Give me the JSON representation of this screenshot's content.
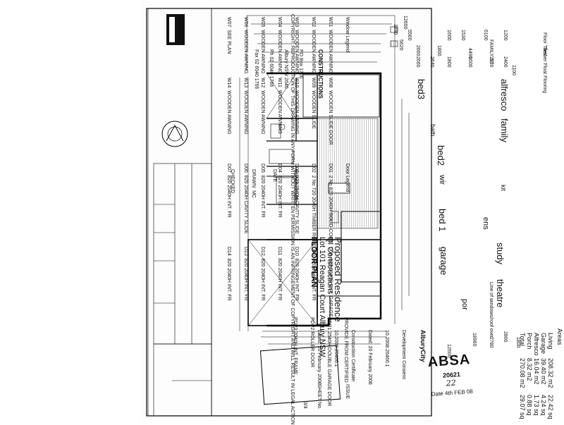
{
  "plan": {
    "top_dims": [
      "12600",
      "1890",
      "5560",
      "5620",
      "1600",
      "1530",
      "2660",
      "1800",
      "6100",
      "1200",
      "FAMILY ST",
      "2660",
      "2640",
      "1800",
      "1600",
      "2520",
      "2400",
      "4490",
      "1100"
    ],
    "bottom_dims": [
      "12600",
      "18960",
      "2780",
      "2800",
      "1800"
    ],
    "rooms": {
      "alfresco": "alfresco",
      "family": "family",
      "bed3": "bed3",
      "bed2": "bed2",
      "kit": "kit",
      "wir": "wir",
      "bed1": "bed 1",
      "ens": "ens",
      "study": "study",
      "garage": "garage",
      "theatre": "theatre",
      "por": "por",
      "bath": "bath"
    },
    "theatre_note": "Line of windows/roof over"
  },
  "legend": {
    "floor_tiles": "Floor Tiles",
    "timber_floor": "Timber Float Flooring"
  },
  "window_legend": {
    "title": "Window Legend",
    "items": [
      "W01  WOODEN AWNING",
      "W02  WOODEN AWNING",
      "W03  WOODEN AWNING",
      "W04  WOODEN AWNING",
      "W05  WOODEN AWNING",
      "W06  WOODEN AWNING",
      "W07  SEE PLAN"
    ],
    "items_b": [
      "W08  WOODEN SLIDE DOOR",
      "W09  WOODEN SLIDE",
      "W10  WOODEN AWNING",
      "W11  WOODEN AWNING",
      "W12  WOODEN AWNING",
      "W13  WOODEN AWNING",
      "W14  WOODEN AWNING"
    ]
  },
  "door_legend": {
    "title": "Door Legend",
    "items": [
      "D01  2 No 820 2040H SOLID CORE",
      "D02  2 No 720 2040H TIMBER ROBE",
      "D03  820 2040H CAVITY SLIDE",
      "D04  820 2040H INT. FR",
      "D05  820 2040H INT. FR",
      "D06  820 2040H CAVITY SLIDE",
      "D07  820 2040H INT. FR"
    ],
    "items_b": [
      "D08  820 2040H EXT. GARAGE",
      "D09  820 2040H INT. FR",
      "D10  820 2040H INT. FR",
      "D11  820 2040H INT. FR",
      "D12  820 2040H INT. FR",
      "D13  820 2040H INT. FR",
      "D14  820 2040H INT. FR"
    ]
  },
  "title_block": {
    "project": "Proposed Residence",
    "client": "Ql Constructions",
    "lot": "Lot 101 Reagan Court Albury NSW",
    "sheet_title": "FLOOR PLAN",
    "rows": [
      "SCALE  1:100",
      "DATE",
      "DRAWN  MC",
      "CHECKED"
    ],
    "issue": "ISSUE",
    "sheet_no": "SHEET No.",
    "sheet_val": "3/4"
  },
  "company": {
    "name": "CONSTRUCTIONS",
    "address": [
      "PO Box 1766",
      "Albury NSW 2640",
      "Ph 02 6040 1766",
      "Fax 02 6040 1766"
    ]
  },
  "copyright": "COPYRIGHT: REPRODUCTION OF THIS DRAWING IN ANY FORM WITHOUT WRITTEN PERMISSION IS AN INFRINGEMENT OF COPYRIGHT AND WILL RESULT IN LEGAL ACTION",
  "areas": {
    "title": "Areas",
    "rows": [
      {
        "label": "Living",
        "value": "208.32 m2",
        "sq": "22.42 sq"
      },
      {
        "label": "Garage",
        "value": "39.40 m2",
        "sq": "4.24 sq"
      },
      {
        "label": "Alfresco",
        "value": "16.04 m2",
        "sq": "1.73 sq"
      },
      {
        "label": "Porch",
        "value": "8.32 m2",
        "sq": "0.88 sq"
      },
      {
        "label": "Total",
        "value": "270.08 m2",
        "sq": "29.07 sq"
      }
    ]
  },
  "council": {
    "city": "AlburyCity",
    "lines": [
      "Development Consent:",
      "10.2008.26466.1",
      "Dated: 20 February 2008",
      "Construction Certificate:",
      "10.2008.26466.1",
      "Dated: 20 February 2008"
    ]
  },
  "footer_notes": [
    "PROVIDE FROM CERTIFIED",
    "PDP1 2540H DOUBLE GARAGE DOOR",
    "PDP2 ROLLER DOOR",
    "PDP3 2040H INT. FRAME"
  ],
  "stamp": {
    "word": "ABSA",
    "number": "20621",
    "sig": "22",
    "date": "Date 4th FEB 08"
  }
}
